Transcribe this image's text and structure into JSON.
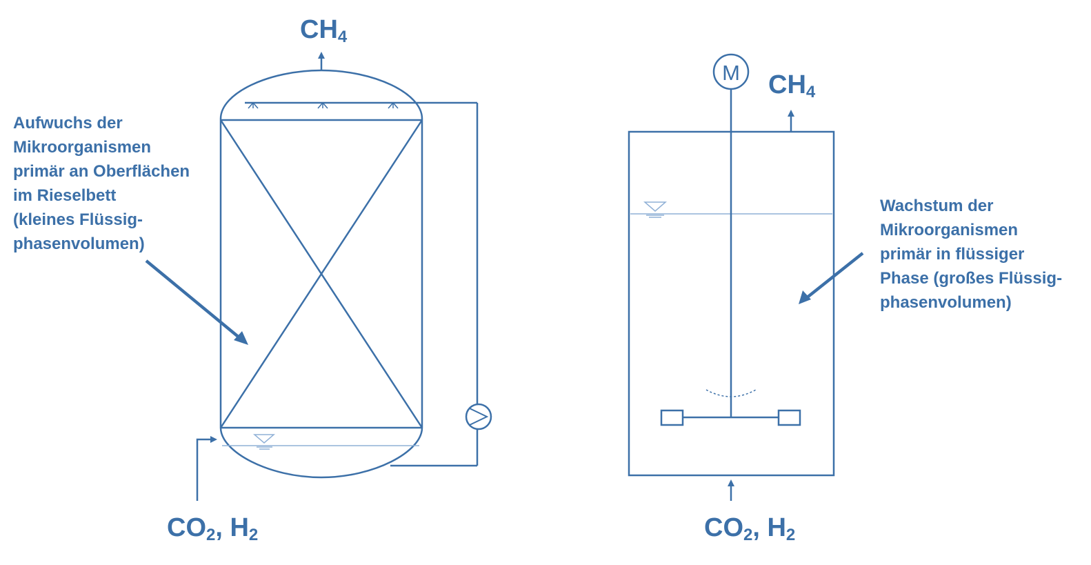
{
  "trickle_bed_reactor": {
    "outlet_gas": {
      "main": "CH",
      "sub": "4"
    },
    "inlet_gas": {
      "part1": "CO",
      "sub1": "2",
      "sep": ", H",
      "sub2": "2"
    },
    "annotation_lines": [
      "Aufwuchs der",
      "Mikroorganismen",
      "primär an Oberflächen",
      "im Rieselbett",
      "(kleines Flüssig-",
      "phasenvolumen)"
    ]
  },
  "stirred_tank_reactor": {
    "motor_label": "M",
    "outlet_gas": {
      "main": "CH",
      "sub": "4"
    },
    "inlet_gas": {
      "part1": "CO",
      "sub1": "2",
      "sep": ", H",
      "sub2": "2"
    },
    "annotation_lines": [
      "Wachstum der",
      "Mikroorganismen",
      "primär in flüssiger",
      "Phase (großes Flüssig-",
      "phasenvolumen)"
    ]
  },
  "colors": {
    "line": "#3c70a8",
    "text": "#3c70a8",
    "liquid_level": "#8fb0d6"
  }
}
